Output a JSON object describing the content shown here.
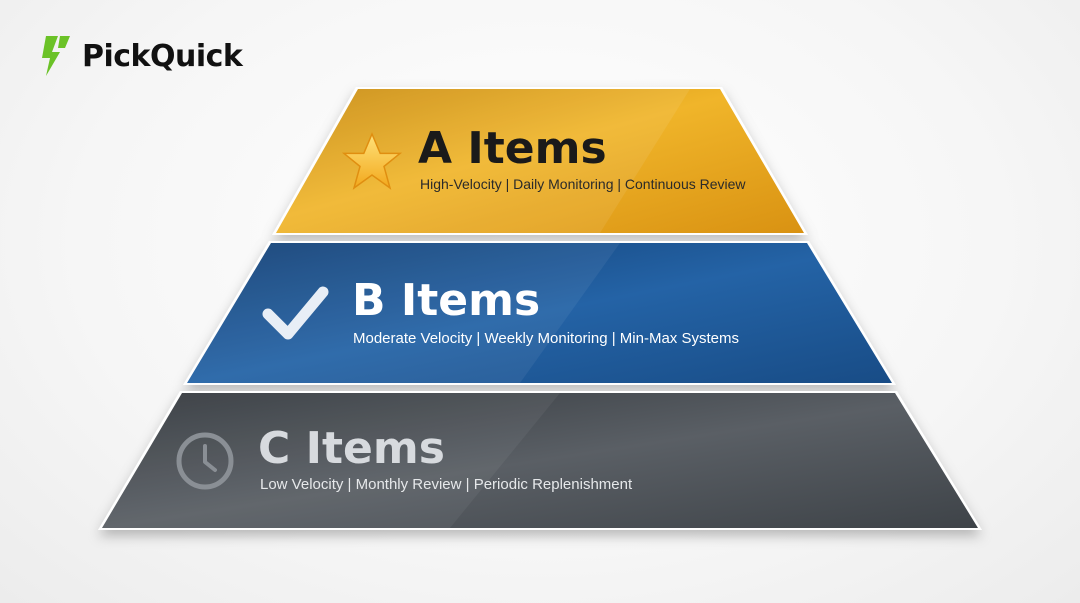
{
  "brand": {
    "name": "PickQuick",
    "accent": "#6bc227",
    "logo_icon": "lightning-bolt-icon"
  },
  "tiers": [
    {
      "id": "a",
      "title": "A Items",
      "subtitle": "High-Velocity | Daily Monitoring | Continuous Review",
      "icon": "star-icon",
      "color": "#e0a21d"
    },
    {
      "id": "b",
      "title": "B Items",
      "subtitle": "Moderate Velocity | Weekly Monitoring | Min-Max Systems",
      "icon": "checkmark-icon",
      "color": "#1f5b9c"
    },
    {
      "id": "c",
      "title": "C Items",
      "subtitle": "Low Velocity | Monthly Review | Periodic Replenishment",
      "icon": "clock-icon",
      "color": "#4b5157"
    }
  ]
}
